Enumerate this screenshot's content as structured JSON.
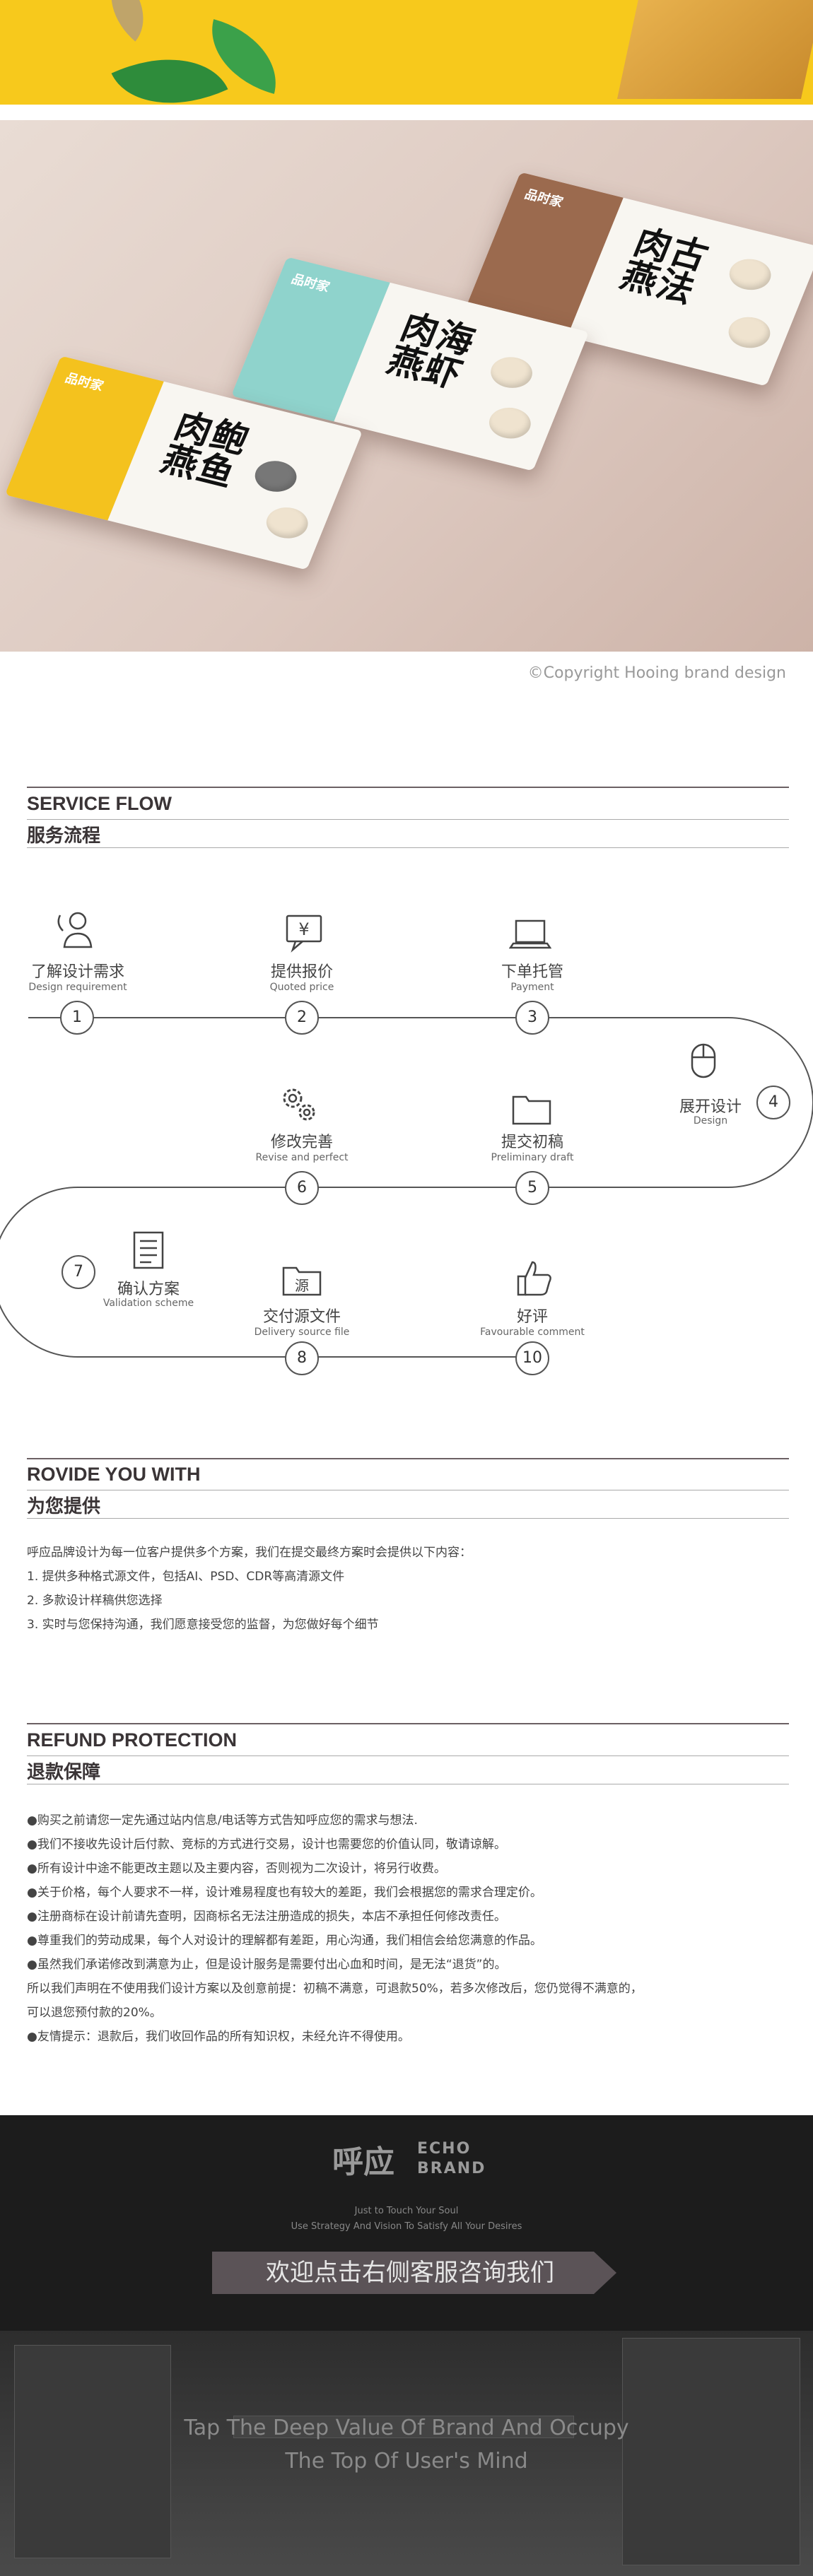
{
  "copyright": "©Copyright Hooing brand design",
  "products": [
    {
      "brand": "品时家",
      "title": "肉鲍燕鱼",
      "color": "#f4c21e"
    },
    {
      "brand": "品时家",
      "title": "肉海燕虾",
      "color": "#8fd3cc"
    },
    {
      "brand": "品时家",
      "title": "肉古燕法",
      "color": "#9b6a4e"
    }
  ],
  "service_flow": {
    "title_en": "SERVICE FLOW",
    "title_zh": "服务流程",
    "steps": [
      {
        "num": "1",
        "zh": "了解设计需求",
        "en": "Design requirement",
        "icon": "customer-service-icon"
      },
      {
        "num": "2",
        "zh": "提供报价",
        "en": "Quoted price",
        "icon": "yen-chat-icon"
      },
      {
        "num": "3",
        "zh": "下单托管",
        "en": "Payment",
        "icon": "laptop-icon"
      },
      {
        "num": "4",
        "zh": "展开设计",
        "en": "Design",
        "icon": "mouse-icon"
      },
      {
        "num": "5",
        "zh": "提交初稿",
        "en": "Preliminary draft",
        "icon": "folder-icon"
      },
      {
        "num": "6",
        "zh": "修改完善",
        "en": "Revise and perfect",
        "icon": "gears-icon"
      },
      {
        "num": "7",
        "zh": "确认方案",
        "en": "Validation scheme",
        "icon": "document-list-icon"
      },
      {
        "num": "8",
        "zh": "交付源文件",
        "en": "Delivery source file",
        "icon": "source-file-icon"
      },
      {
        "num": "10",
        "zh": "好评",
        "en": "Favourable comment",
        "icon": "thumbs-up-icon"
      }
    ],
    "source_glyph": "源",
    "yen_glyph": "¥"
  },
  "provide": {
    "title_en": "ROVIDE YOU WITH",
    "title_zh": "为您提供",
    "lines": [
      "呼应品牌设计为每一位客户提供多个方案，我们在提交最终方案时会提供以下内容：",
      "1. 提供多种格式源文件，包括AI、PSD、CDR等高清源文件",
      "2. 多款设计样稿供您选择",
      "3. 实时与您保持沟通，我们愿意接受您的监督，为您做好每个细节"
    ]
  },
  "refund": {
    "title_en": "REFUND PROTECTION",
    "title_zh": "退款保障",
    "lines": [
      "●购买之前请您一定先通过站内信息/电话等方式告知呼应您的需求与想法.",
      "●我们不接收先设计后付款、竞标的方式进行交易，设计也需要您的价值认同，敬请谅解。",
      "●所有设计中途不能更改主题以及主要内容，否则视为二次设计，将另行收费。",
      "●关于价格，每个人要求不一样，设计难易程度也有较大的差距，我们会根据您的需求合理定价。",
      "●注册商标在设计前请先查明，因商标名无法注册造成的损失，本店不承担任何修改责任。",
      "●尊重我们的劳动成果，每个人对设计的理解都有差距，用心沟通，我们相信会给您满意的作品。",
      "●虽然我们承诺修改到满意为止，但是设计服务是需要付出心血和时间，是无法“退货”的。",
      "所以我们声明在不使用我们设计方案以及创意前提：初稿不满意，可退款50%，若多次修改后，您仍觉得不满意的，",
      "可以退您预付款的20%。",
      "●友情提示：退款后，我们收回作品的所有知识权，未经允许不得使用。"
    ]
  },
  "footer": {
    "logo_zh": "呼应",
    "logo_en_1": "ECHO",
    "logo_en_2": "BRAND",
    "tagline_1": "Just to Touch Your Soul",
    "tagline_2": "Use Strategy And Vision To Satisfy All Your Desires",
    "cta": "欢迎点击右侧客服咨询我们",
    "slogan_1": "Tap The Deep Value Of Brand And Occupy",
    "slogan_2": "The Top Of User's Mind"
  },
  "colors": {
    "yellow": "#f7c91c",
    "dark": "#1c1c1c",
    "line": "#6b6063"
  }
}
